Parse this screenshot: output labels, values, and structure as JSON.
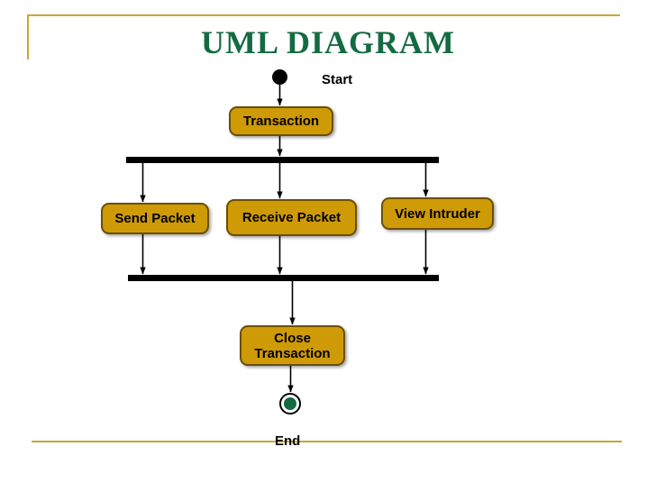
{
  "slide": {
    "title": "UML DIAGRAM",
    "title_color": "#146B42",
    "background_color": "#FFFFFF",
    "frame_color": "#C9A634"
  },
  "diagram": {
    "type": "uml-activity-diagram",
    "node_fill": "#CE9A06",
    "node_border": "#6B4F02",
    "bar_color": "#000000",
    "start": {
      "kind": "initial-node",
      "label": "Start"
    },
    "end": {
      "kind": "final-node",
      "label": "End",
      "inner_color": "#146B42"
    },
    "activities": [
      {
        "id": "transaction",
        "label": "Transaction"
      },
      {
        "id": "send-packet",
        "label": "Send Packet"
      },
      {
        "id": "receive-packet",
        "label": "Receive Packet"
      },
      {
        "id": "view-intruder",
        "label": "View Intruder"
      },
      {
        "id": "close-transaction",
        "label": "Close\nTransaction"
      }
    ],
    "bars": [
      {
        "id": "fork",
        "kind": "fork-bar"
      },
      {
        "id": "join",
        "kind": "join-bar"
      }
    ],
    "flows": [
      {
        "from": "start",
        "to": "transaction"
      },
      {
        "from": "transaction",
        "to": "fork"
      },
      {
        "from": "fork",
        "to": "send-packet"
      },
      {
        "from": "fork",
        "to": "receive-packet"
      },
      {
        "from": "fork",
        "to": "view-intruder"
      },
      {
        "from": "send-packet",
        "to": "join"
      },
      {
        "from": "receive-packet",
        "to": "join"
      },
      {
        "from": "view-intruder",
        "to": "join"
      },
      {
        "from": "join",
        "to": "close-transaction"
      },
      {
        "from": "close-transaction",
        "to": "end"
      }
    ]
  }
}
